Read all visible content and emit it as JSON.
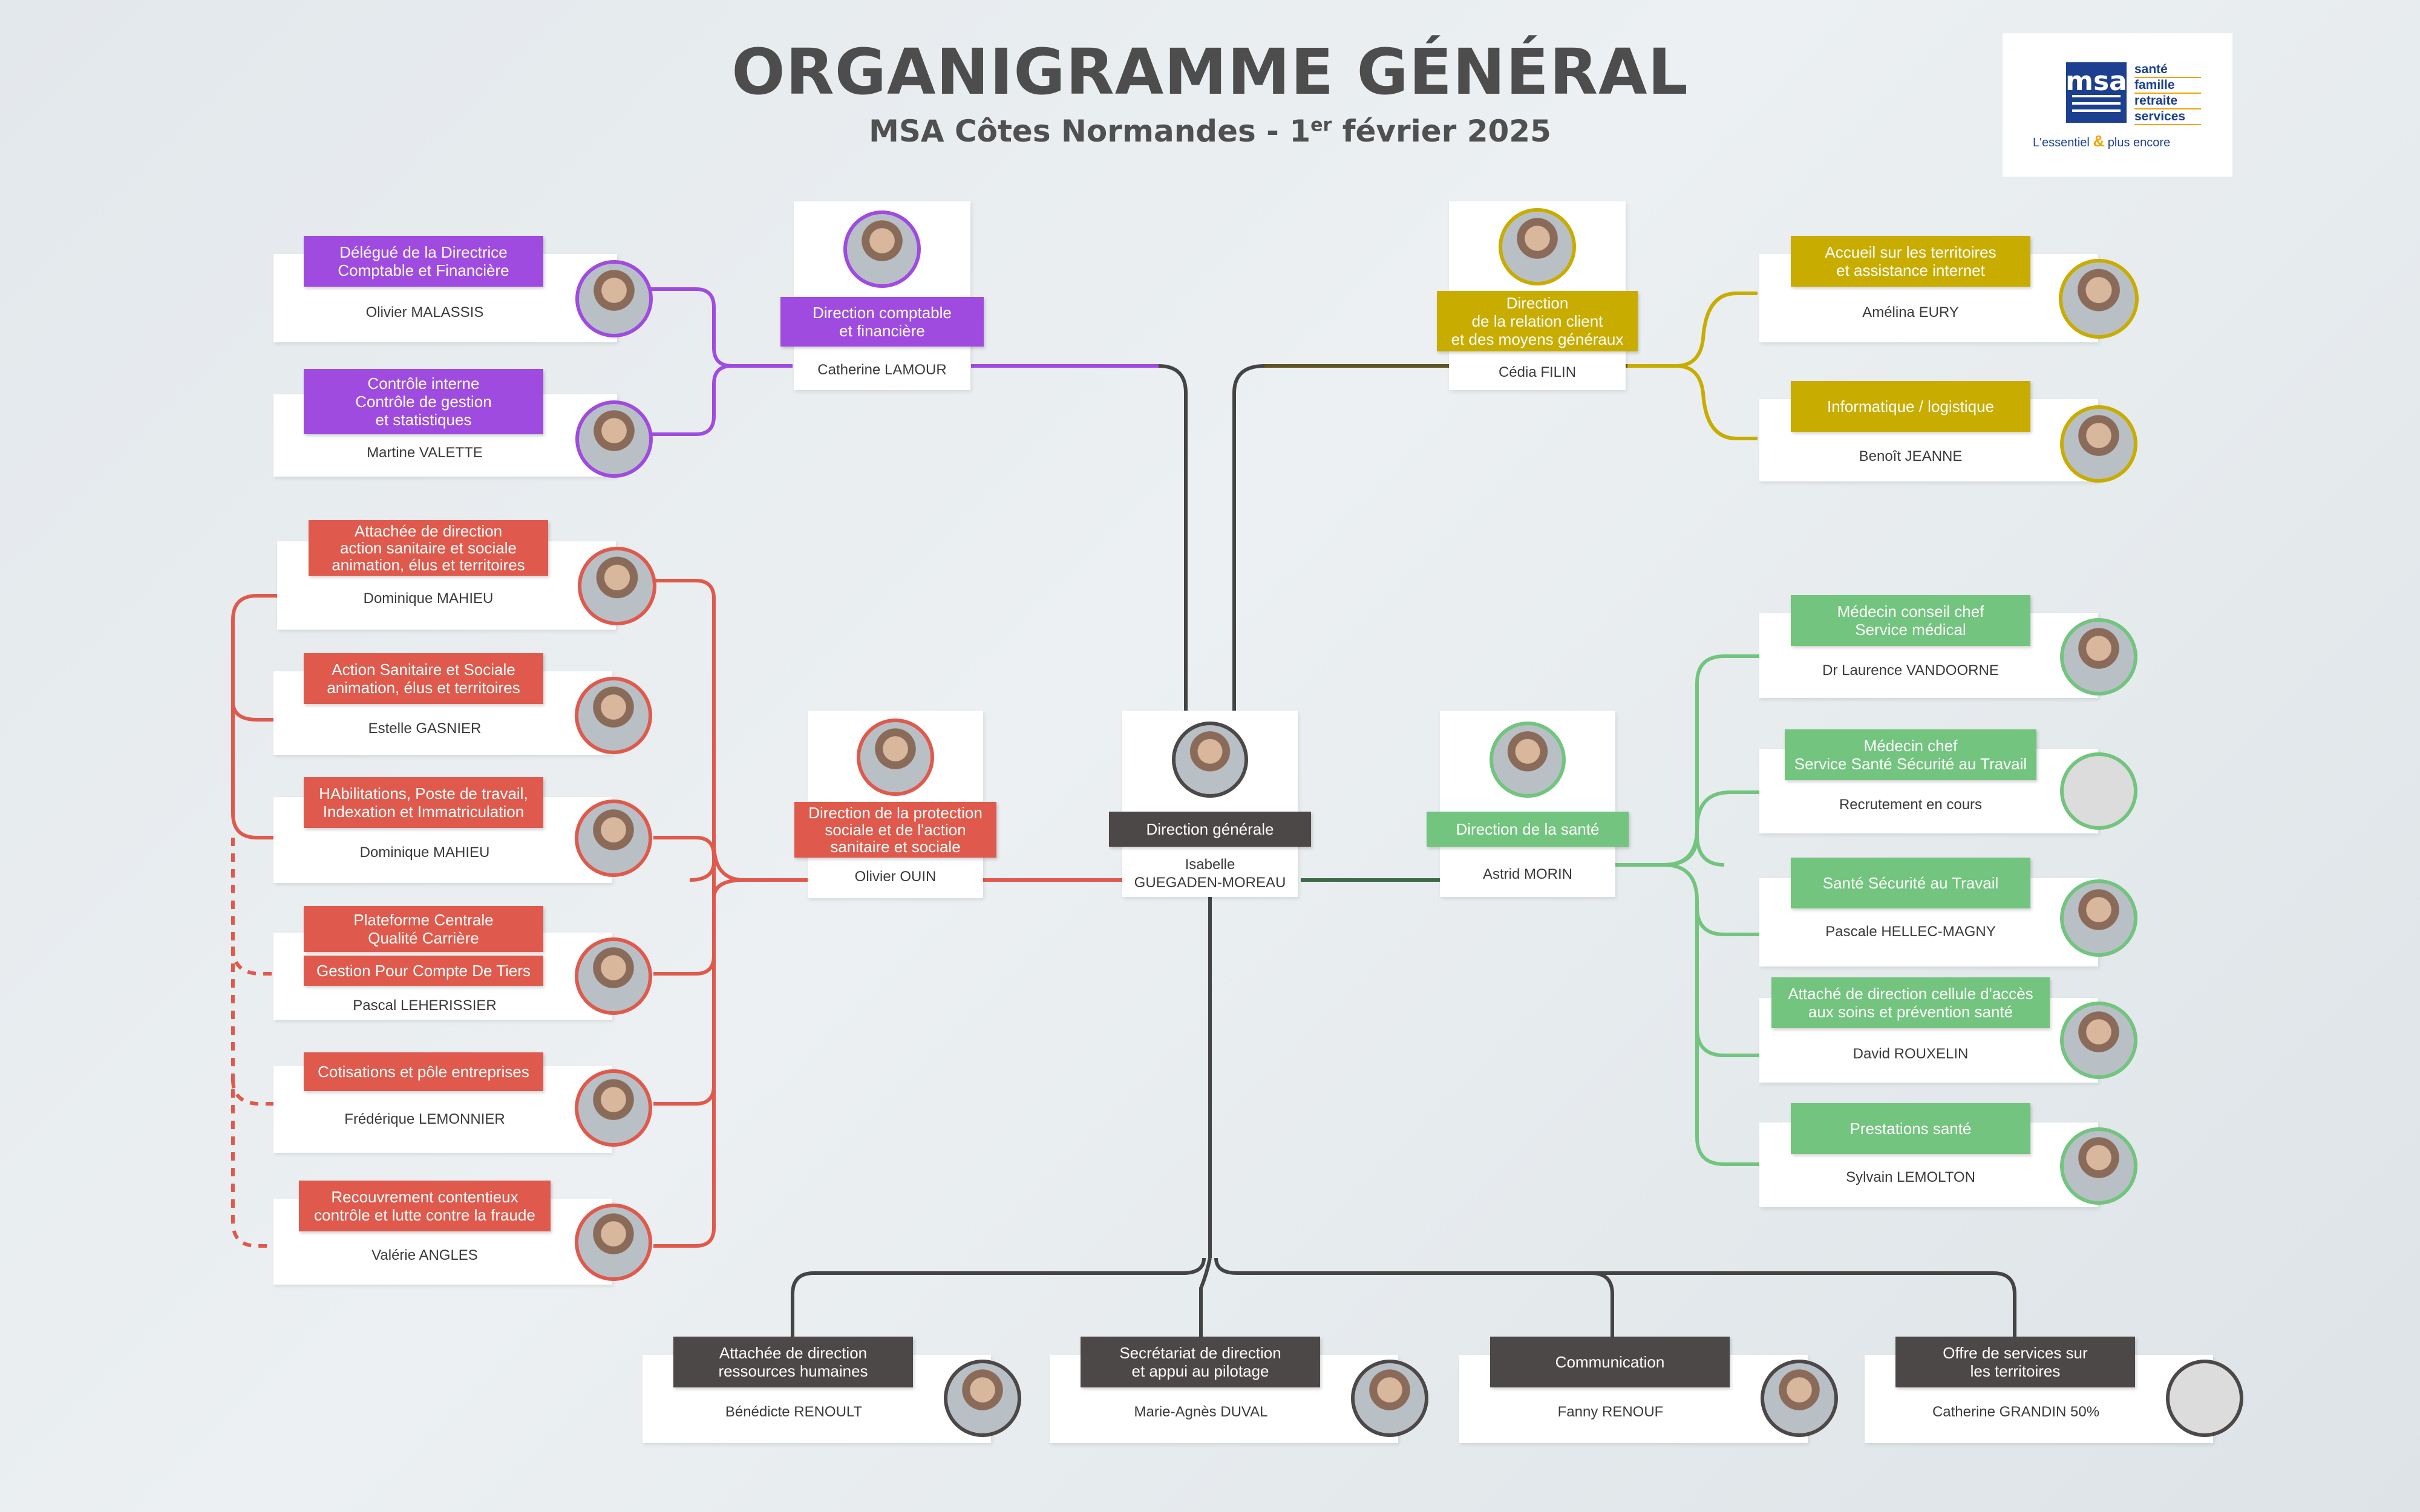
{
  "header": {
    "title": "ORGANIGRAMME GÉNÉRAL",
    "subtitle_pre": "MSA Côtes Normandes - 1",
    "subtitle_sup": "er",
    "subtitle_post": " février 2025"
  },
  "logo": {
    "mark": "msa",
    "lines": [
      "santé",
      "famille",
      "retraite",
      "services"
    ],
    "slogan_a": "L'essentiel",
    "slogan_amp": "&",
    "slogan_b": "plus encore"
  },
  "colors": {
    "violet": "#a04be0",
    "yellow": "#c8ac00",
    "red": "#df5a4c",
    "green": "#72c47e",
    "dark": "#4c4848"
  },
  "center": {
    "label": "Direction générale",
    "name": "Isabelle\nGUEGADEN-MOREAU"
  },
  "directions": {
    "finance": {
      "label": "Direction comptable\net financière",
      "name": "Catherine LAMOUR"
    },
    "relation": {
      "label": "Direction\nde la relation client\net des moyens généraux",
      "name": "Cédia FILIN"
    },
    "protection": {
      "label": "Direction de la protection\nsociale et de l'action\nsanitaire et sociale",
      "name": "Olivier OUIN"
    },
    "sante": {
      "label": "Direction de la santé",
      "name": "Astrid MORIN"
    }
  },
  "violet_units": [
    {
      "label": "Délégué de la Directrice\nComptable et Financière",
      "name": "Olivier MALASSIS"
    },
    {
      "label": "Contrôle interne\nContrôle de gestion\net statistiques",
      "name": "Martine VALETTE"
    }
  ],
  "yellow_units": [
    {
      "label": "Accueil sur les territoires\net assistance internet",
      "name": "Amélina EURY"
    },
    {
      "label": "Informatique / logistique",
      "name": "Benoît JEANNE"
    }
  ],
  "red_units": [
    {
      "label": "Attachée de direction\naction sanitaire et sociale\nanimation, élus et territoires",
      "name": "Dominique MAHIEU"
    },
    {
      "label": "Action Sanitaire et Sociale\nanimation, élus et territoires",
      "name": "Estelle GASNIER"
    },
    {
      "label": "HAbilitations, Poste de travail,\nIndexation et Immatriculation",
      "name": "Dominique MAHIEU"
    },
    {
      "label": "Plateforme Centrale\nQualité Carrière",
      "label2": "Gestion Pour Compte De Tiers",
      "name": "Pascal LEHERISSIER"
    },
    {
      "label": "Cotisations et pôle entreprises",
      "name": "Frédérique LEMONNIER"
    },
    {
      "label": "Recouvrement contentieux\ncontrôle et lutte contre la fraude",
      "name": "Valérie ANGLES"
    }
  ],
  "green_units": [
    {
      "label": "Médecin conseil chef\nService médical",
      "name": "Dr Laurence VANDOORNE"
    },
    {
      "label": "Médecin chef\nService Santé Sécurité au Travail",
      "name": "Recrutement en cours"
    },
    {
      "label": "Santé Sécurité au Travail",
      "name": "Pascale HELLEC-MAGNY"
    },
    {
      "label": "Attaché de direction cellule d'accès\naux soins et prévention santé",
      "name": "David ROUXELIN"
    },
    {
      "label": "Prestations santé",
      "name": "Sylvain LEMOLTON"
    }
  ],
  "dark_units": [
    {
      "label": "Attachée de direction\nressources humaines",
      "name": "Bénédicte RENOULT"
    },
    {
      "label": "Secrétariat de direction\net appui au pilotage",
      "name": "Marie-Agnès DUVAL"
    },
    {
      "label": "Communication",
      "name": "Fanny RENOUF"
    },
    {
      "label": "Offre de services sur\nles territoires",
      "name": "Catherine GRANDIN 50%"
    }
  ]
}
